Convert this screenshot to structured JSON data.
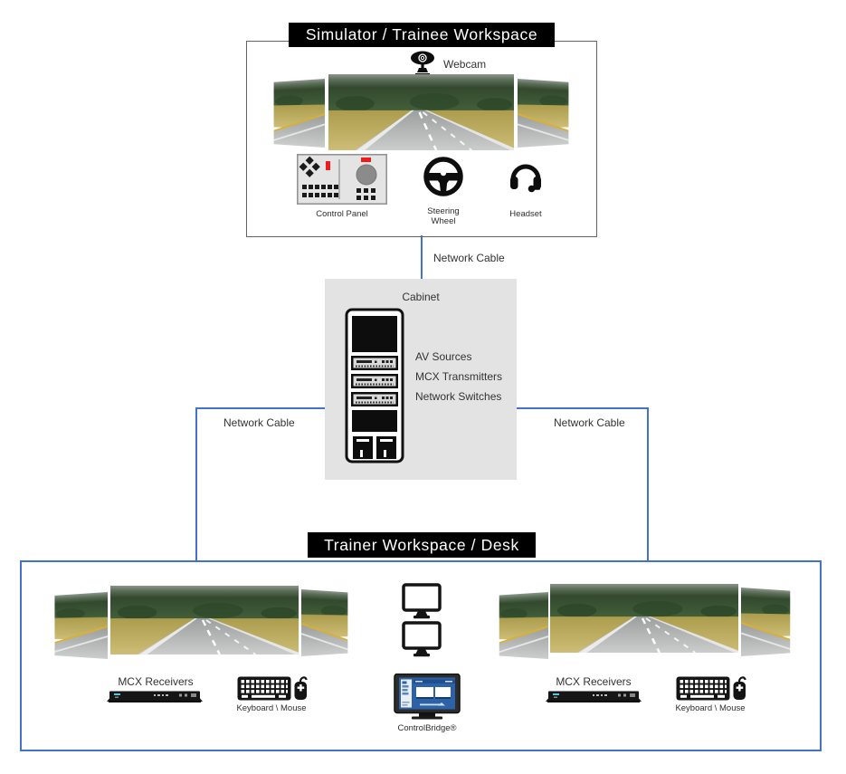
{
  "diagram": {
    "simulator": {
      "title": "Simulator / Trainee Workspace",
      "webcam_label": "Webcam",
      "control_panel_label": "Control Panel",
      "steering_wheel_label": "Steering Wheel",
      "headset_label": "Headset"
    },
    "network_cables": {
      "top": "Network Cable",
      "left": "Network Cable",
      "right": "Network Cable"
    },
    "cabinet": {
      "title": "Cabinet",
      "items": [
        "AV Sources",
        "MCX Transmitters",
        "Network Switches"
      ]
    },
    "trainer": {
      "title": "Trainer Workspace / Desk",
      "left_station": {
        "receivers_label": "MCX Receivers",
        "keyboard_mouse_label": "Keyboard \\ Mouse"
      },
      "right_station": {
        "receivers_label": "MCX Receivers",
        "keyboard_mouse_label": "Keyboard \\ Mouse"
      },
      "controlbridge_label": "ControlBridge®"
    },
    "colors": {
      "accent_blue": "#4472C4",
      "banner_bg": "#000000",
      "banner_text": "#FFFFFF",
      "cabinet_bg": "#E3E3E3"
    }
  }
}
